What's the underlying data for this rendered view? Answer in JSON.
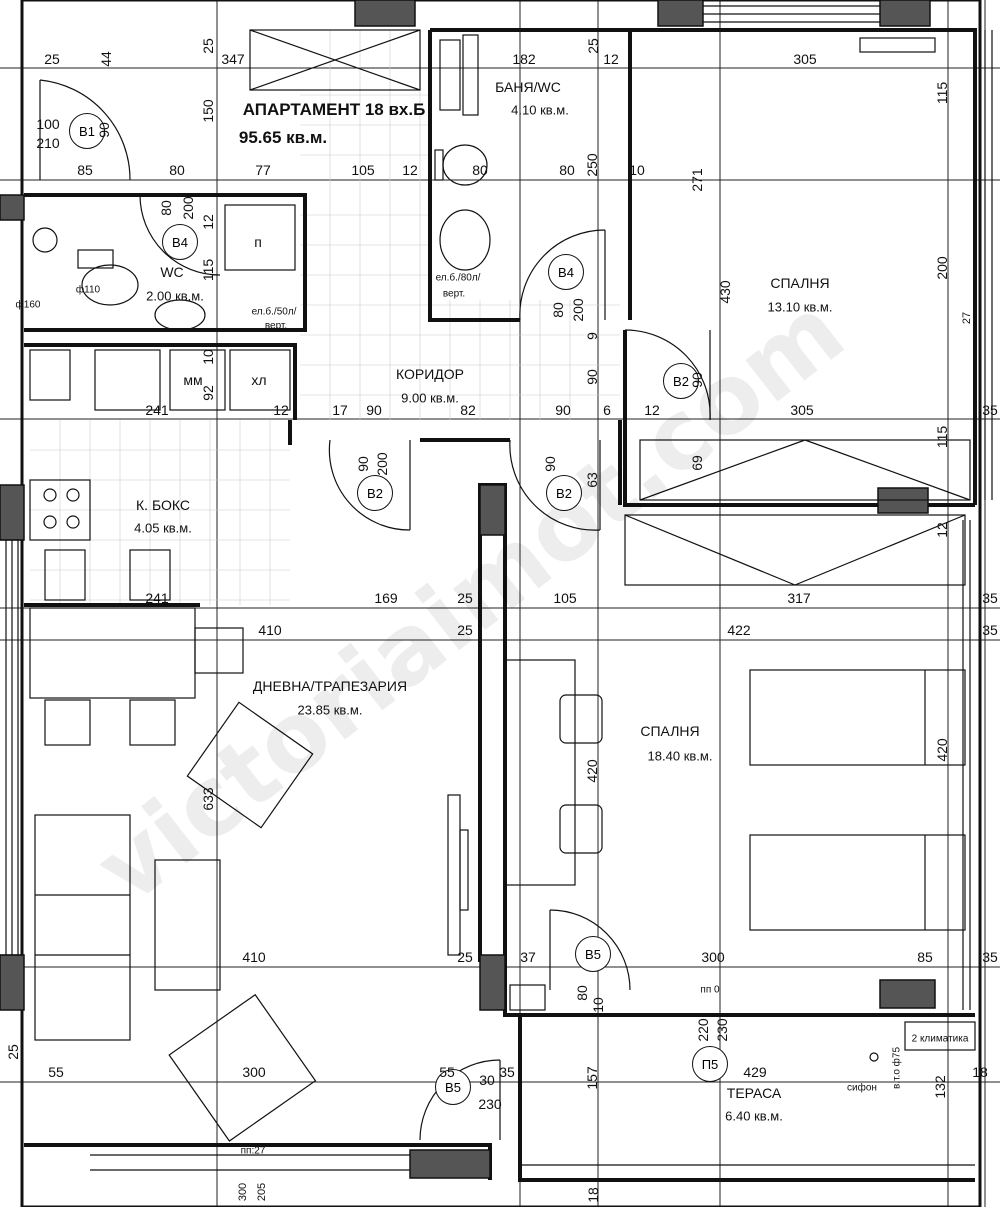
{
  "title": {
    "apartment": "АПАРТАМЕНТ 18 вх.Б",
    "area": "95.65 кв.м."
  },
  "rooms": [
    {
      "key": "bath",
      "name": "БАНЯ/WC",
      "area": "4.10 кв.м."
    },
    {
      "key": "wc",
      "name": "WC",
      "area": "2.00 кв.м."
    },
    {
      "key": "corridor",
      "name": "КОРИДОР",
      "area": "9.00 кв.м."
    },
    {
      "key": "bed1",
      "name": "СПАЛНЯ",
      "area": "13.10 кв.м."
    },
    {
      "key": "kitchen",
      "name": "К. БОКС",
      "area": "4.05 кв.м."
    },
    {
      "key": "living",
      "name": "ДНЕВНА/ТРАПЕЗАРИЯ",
      "area": "23.85 кв.м."
    },
    {
      "key": "bed2",
      "name": "СПАЛНЯ",
      "area": "18.40 кв.м."
    },
    {
      "key": "terrace",
      "name": "ТЕРАСА",
      "area": "6.40 кв.м."
    }
  ],
  "door_tags": [
    "В1",
    "В4",
    "В4",
    "В2",
    "В2",
    "В2",
    "В5",
    "В5",
    "П5"
  ],
  "fixtures": {
    "mm": "мм",
    "hl": "хл",
    "p": "п",
    "heater1": "ел.б./50л/",
    "heater1b": "верт.",
    "heater2": "ел.б./80л/",
    "heater2b": "верт.",
    "ac": "2 климатика",
    "siphon": "сифон",
    "floor_mark": "пп:27",
    "floor_mark2": "пп 0",
    "pipe1": "ф110",
    "pipe2": "ф160",
    "pipe3": "в.т.о ф75"
  },
  "dims_h": [
    "25",
    "44",
    "25",
    "347",
    "182",
    "25",
    "12",
    "305",
    "115",
    "100",
    "210",
    "85",
    "80",
    "77",
    "105",
    "12",
    "80",
    "80",
    "10",
    "241",
    "12",
    "17",
    "90",
    "82",
    "90",
    "6",
    "12",
    "305",
    "35",
    "169",
    "25",
    "105",
    "317",
    "35",
    "410",
    "25",
    "422",
    "35",
    "410",
    "25",
    "37",
    "300",
    "85",
    "35",
    "25",
    "55",
    "300",
    "55",
    "30",
    "35",
    "429",
    "18",
    "230",
    "18"
  ],
  "dims_v": [
    "150",
    "250",
    "271",
    "200",
    "430",
    "115",
    "80",
    "200",
    "12",
    "115",
    "92",
    "10",
    "90",
    "9",
    "69",
    "90",
    "200",
    "63",
    "12",
    "420",
    "420",
    "633",
    "80",
    "10",
    "220",
    "230",
    "157",
    "132",
    "27",
    "300",
    "205",
    "200",
    "90",
    "90",
    "90",
    "80",
    "200",
    "90",
    "12"
  ],
  "watermark": "victoriaimot.com"
}
